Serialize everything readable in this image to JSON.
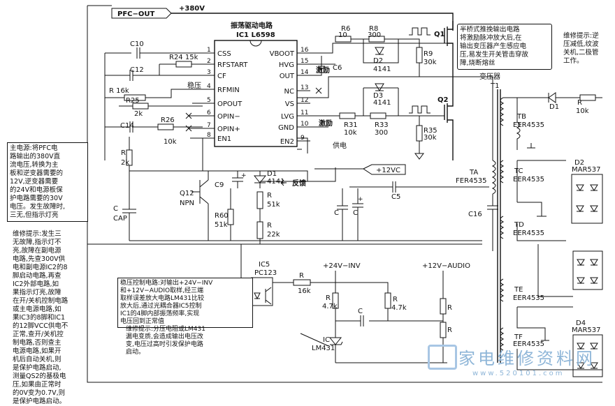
{
  "ic1": {
    "title": "振荡驱动电路",
    "name": "IC1  L6598",
    "left_pins": [
      {
        "num": "1",
        "label": "CSS"
      },
      {
        "num": "2",
        "label": "RFSTART"
      },
      {
        "num": "3",
        "label": "CF"
      },
      {
        "num": "4",
        "label": "RFMIN"
      },
      {
        "num": "5",
        "label": "OPOUT"
      },
      {
        "num": "6",
        "label": "OPIN−"
      },
      {
        "num": "7",
        "label": "OPIN+"
      },
      {
        "num": "8",
        "label": "EN1"
      }
    ],
    "right_pins": [
      {
        "num": "16",
        "label": "VBOOT"
      },
      {
        "num": "15",
        "label": "HVG"
      },
      {
        "num": "14",
        "label": "OUT"
      },
      {
        "num": "13",
        "label": "NC"
      },
      {
        "num": "12",
        "label": "VS"
      },
      {
        "num": "11",
        "label": "LVG"
      },
      {
        "num": "10",
        "label": "GND"
      },
      {
        "num": "9",
        "label": "EN2"
      }
    ]
  },
  "components": {
    "pfc_out": "PFC−OUT",
    "v380": "+380V",
    "c10": "C10",
    "r24": "R24 15k",
    "c12": "C12",
    "r16k": "R 16k",
    "r25": "R25",
    "r25v": "2k",
    "c14": "C14",
    "r26": "R26",
    "r26v": "10k",
    "wenya": "稳压",
    "r2k_l": "R",
    "r2k_lv": "2k",
    "c_cap": "C",
    "c_capv": "CAP",
    "q12": "Q12",
    "q12t": "NPN",
    "c9": "C9",
    "r60": "R60",
    "r60v": "51k",
    "d1": "D1",
    "d1v": "4141",
    "r51k": "R",
    "r51kv": "51k",
    "r22k": "R",
    "r22kv": "22k",
    "fankui": "反馈",
    "c5": "C5",
    "c_a": "C",
    "c_b": "C",
    "v12vc": "+12VC",
    "gongdian": "供电",
    "r6": "R6",
    "r6v": "10",
    "r8": "R8",
    "r8v": "300",
    "d2": "D2",
    "d2v": "4141",
    "c6": "C6",
    "jili1": "激励",
    "jili2": "激励",
    "r9": "R9",
    "r9v": "30k",
    "q1": "Q1",
    "d3": "D3",
    "d3v": "4141",
    "r31": "R31",
    "r31v": "10k",
    "r33": "R33",
    "r33v": "300",
    "r35": "R35",
    "r35v": "30k",
    "q2": "Q2",
    "ta": "TA",
    "tav": "FER4535",
    "c16": "C16",
    "transformer": "变压器",
    "t1": "T1",
    "tb": "TB",
    "tbv": "EER4535",
    "d1r": "D1",
    "rr": "R",
    "rrv": "10k",
    "tc": "TC",
    "tcv": "EER4535",
    "td": "TD",
    "tdv": "EER4535",
    "te": "TE",
    "tev": "EER4535",
    "tf": "TF",
    "tfv": "EER4535",
    "d2r": "D2",
    "d2rv": "MAR537",
    "d4r": "D4",
    "d4rv": "MAR537",
    "ic5": "IC5",
    "ic5v": "PC123",
    "v24": "+24V−INV",
    "v12a": "+12V−AUDIO",
    "r16": "R",
    "r16v": "16k",
    "r47a": "R",
    "r47av": "4.7k",
    "r47b": "R",
    "r47bv": "4.7k",
    "cm": "C",
    "ra1": "R",
    "ra2": "R",
    "ic": "IC",
    "lm431": "LM431"
  },
  "notes": {
    "half_bridge": "半桥式推挽输出电路\n将激励脉冲放大后,在\n输出变压器产生感应电\n压,易发生开关管击穿故\n障,烧断熔丝",
    "repair_top": "维修提示:逆\n压减低,纹波\n关机,二极管\n工作。",
    "main_power": "主电源:将PFC电\n路输出的380V直\n流电压,转换为主\n板和逆变器需要的\n12V,逆变器需要\n的24V和电源板保\n护电路需要的30V\n电压。发生故障时,\n三无,但指示灯亮",
    "repair_left": "维修提示:发生三\n无故障,指示灯不\n亮,故障在副电源\n电路,先查300V供\n电和副电源IC2的8\n脚启动电路,再查\nIC2外部电路,如\n果指示灯亮,故障\n在开/关机控制电路\n或主电源电路,如\n果IC3的8脚和IC1\n的12脚VCC供电不\n正常,查开/关机控\n制电路,否则查主\n电源电路,如果开\n机后自动关机,则\n是保护电路启动,\n测量QS2的基极电\n压,如果由正常时\n的0V变为0.7V,则\n是保护电路启动。",
    "regulator": "稳压控制电路:对输出+24V−INV\n和+12V−AUDIO取样,经三端\n取样误差放大电路LM431比较\n放大后,通过光耦合器IC5控制\nIC1的4脚内部振荡频率,实现\n电压回到正常值",
    "repair_bottom": "维修提示:分压电阻或LM431\n漏电变质,会造成输出电压改\n变,电压过高时引发保护电路\n启动。"
  },
  "watermark": {
    "text": "家电维修资料网",
    "url": "www.520101.com"
  }
}
